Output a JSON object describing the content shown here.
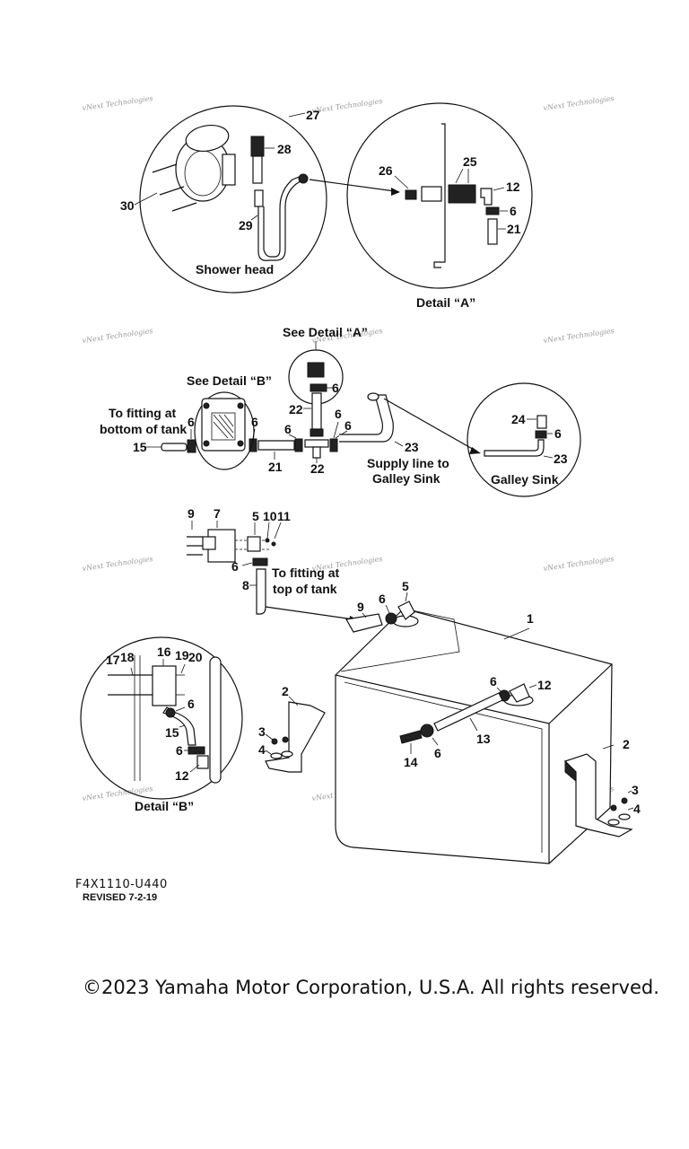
{
  "watermark": "vNext Technologies",
  "diagram": {
    "part_labels": [
      "1",
      "2",
      "3",
      "4",
      "5",
      "6",
      "7",
      "8",
      "9",
      "10",
      "11",
      "12",
      "13",
      "14",
      "15",
      "16",
      "17",
      "18",
      "19",
      "20",
      "21",
      "22",
      "23",
      "24",
      "25",
      "26",
      "27",
      "28",
      "29",
      "30"
    ],
    "captions": {
      "shower_head": "Shower head",
      "detail_a": "Detail “A”",
      "see_detail_a": "See Detail “A”",
      "see_detail_b": "See Detail “B”",
      "to_fitting_bottom_1": "To fitting at",
      "to_fitting_bottom_2": "bottom of tank",
      "supply_line_1": "Supply line to",
      "supply_line_2": "Galley Sink",
      "galley_sink": "Galley Sink",
      "to_fitting_top_1": "To fitting at",
      "to_fitting_top_2": "top of tank",
      "detail_b": "Detail “B”"
    }
  },
  "footer": {
    "drawing_code": "F4X1110-U440",
    "revised": "REVISED 7-2-19",
    "copyright": "©2023 Yamaha Motor Corporation, U.S.A. All rights reserved."
  }
}
